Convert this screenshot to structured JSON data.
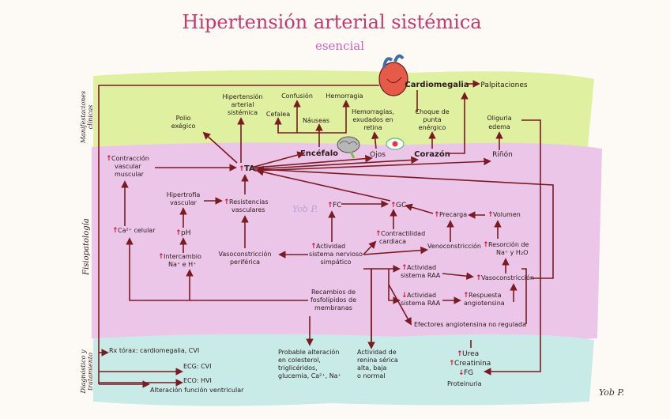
{
  "title": "Hipertensión arterial sistémica",
  "subtitle": "esencial",
  "bands": {
    "manifestaciones": [
      "Manifestaciones",
      "clínicas"
    ],
    "fisiopatologia": "Fisiopatología",
    "diagnostico": [
      "Diagnóstico y",
      "tratamiento"
    ]
  },
  "colors": {
    "green": "#dff0a0",
    "pink": "#ecc6e8",
    "blue": "#c9ebe8",
    "arrow": "#7a1a22",
    "up": "#d0142c"
  },
  "nodes": {
    "polio": [
      "Polio",
      "exégico"
    ],
    "hta_sis": [
      "Hipertensión",
      "arterial",
      "sistémica"
    ],
    "confusion": "Confusión",
    "hemorragia": "Hemorragia",
    "cefalea": "Cefalea",
    "nauseas": "Náuseas",
    "hemorragias_retina": [
      "Hemorragias,",
      "exudados en",
      "retina"
    ],
    "cardiomegalia": "Cardiomegalia",
    "palpitaciones": "Palpitaciones",
    "choque": [
      "Choque de",
      "punta",
      "enérgico"
    ],
    "oliguria": [
      "Oliguria",
      "edema"
    ],
    "encefalo": "Encéfalo",
    "ojos": "Ojos",
    "corazon": "Corazón",
    "rinon": "Riñón",
    "constriccion": [
      "Contracción",
      "vascular",
      "muscular"
    ],
    "ta": "TA",
    "hipertrofia": [
      "Hipertrofia",
      "vascular"
    ],
    "resistencias": [
      "Resistencias",
      "vasculares"
    ],
    "fc": "FC",
    "gc": "GC",
    "precarga": "Precarga",
    "volumen": "Volumen",
    "ca": "Ca²⁺ celular",
    "ph": "pH",
    "intercambio": [
      "Intercambio",
      "Na⁺ e H⁺"
    ],
    "vasoconstriccion_p": [
      "Vasoconstricción",
      "periférica"
    ],
    "actividad_snc": [
      "Actividad",
      "sistema nervioso",
      "simpático"
    ],
    "contractilidad": [
      "Contractilidad",
      "cardiaca"
    ],
    "venoconstriccion": "Venoconstricción",
    "resorcion": [
      "Resorción de",
      "Na⁺ y H₂O"
    ],
    "raa_up": [
      "Actividad",
      "sistema RAA"
    ],
    "raa_down": [
      "Actividad",
      "sistema RAA"
    ],
    "vasoconstriccion": "Vasoconstricción",
    "respuesta": [
      "Respuesta",
      "angiotensina"
    ],
    "efectores": "Efectores angiotensina no regulada",
    "recambio": [
      "Recambios de",
      "fosfolípidos de",
      "membranas"
    ],
    "rx": "Rx tórax: cardiomegalia, CVI",
    "ecg1": "ECG: CVI",
    "eco": "ECO: HVI",
    "alteracion": "Alteración función ventricular",
    "probable": [
      "Probable alteración",
      "en colesterol,",
      "triglicéridos,",
      "glucemia, Ca²⁺, Na⁺"
    ],
    "actividad_renina": [
      "Actividad de",
      "renina sérica",
      "alta, baja",
      "o normal"
    ],
    "urea": "Urea",
    "creatinina": "Creatinina",
    "fg": "FG",
    "proteinuria": "Proteinuria"
  },
  "watermark": "Yob P.",
  "signature": "Yob P."
}
